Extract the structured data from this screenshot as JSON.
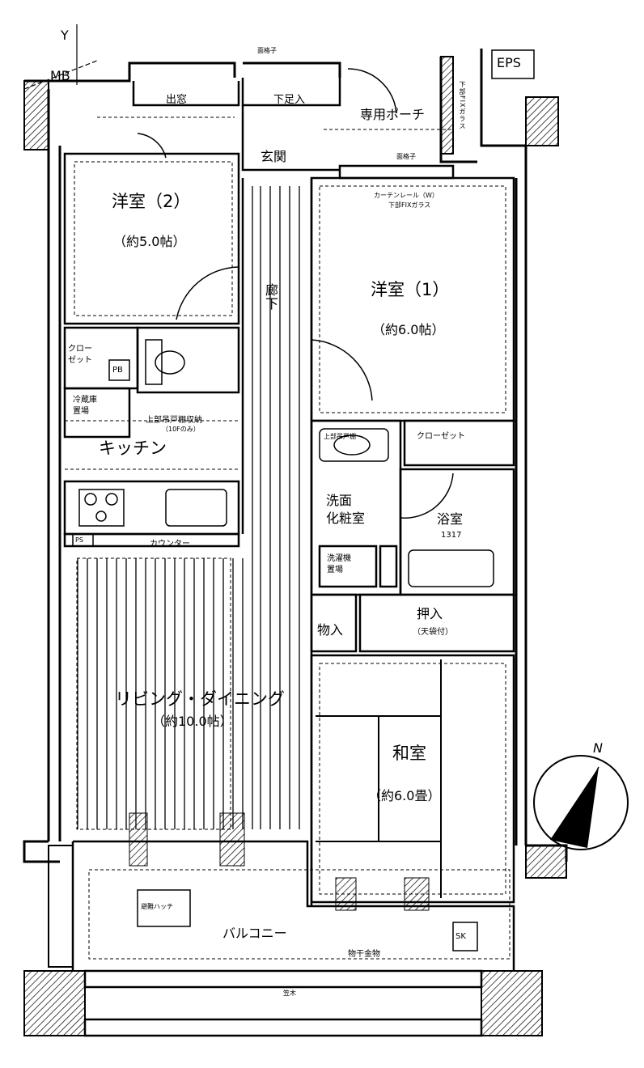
{
  "rooms": {
    "western2": {
      "name": "洋室（2）",
      "area": "（約5.0帖）"
    },
    "western1": {
      "name": "洋室（1）",
      "area": "（約6.0帖）"
    },
    "living": {
      "name": "リビング・ダイニング",
      "area": "（約10.0帖）"
    },
    "japanese": {
      "name": "和室",
      "area": "（約6.0畳）"
    },
    "kitchen": "キッチン",
    "entrance": "玄関",
    "corridor": "廊下",
    "washroom": "洗面\n化粧室",
    "bath": "浴室",
    "bath_size": "1317",
    "balcony": "バルコニー",
    "porch": "専用ポーチ"
  },
  "labels": {
    "mb": "MB",
    "eps": "EPS",
    "y_mark": "Y",
    "exit": "出窓",
    "shoe": "下足入",
    "closet_w2": "クロー\nゼット",
    "pb": "PB",
    "fridge": "冷蔵庫\n置場",
    "upper_storage": "上部吊戸棚収納",
    "tenf_only": "（10Fのみ）",
    "counter": "カウンター",
    "ps": "PS",
    "closet_w1": "クローゼット",
    "upper_cabinet": "上部吊戸棚",
    "washer": "洗濯機\n置場",
    "storage": "物入",
    "oshiire": "押入",
    "tenbukuro": "（天袋付）",
    "monohoshi": "物干金物",
    "sk": "SK",
    "hatch": "避難ハッチ",
    "curtain_rail": "カーテンレール（W）",
    "glass": "下部FIXガラス",
    "fence": "面格子",
    "fence_top": "面格子",
    "north": "N",
    "vertical_note": "下部FIXガラス",
    "hand_rail": "笠木"
  },
  "colors": {
    "ink": "#000000",
    "paper": "#ffffff"
  }
}
